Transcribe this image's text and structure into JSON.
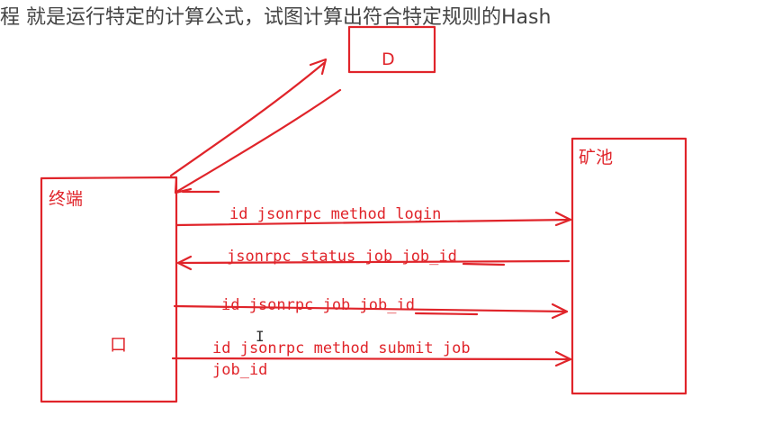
{
  "header": {
    "text": "程 就是运行特定的计算公式，试图计算出符合特定规则的Hash"
  },
  "nodes": {
    "terminal": {
      "label": "终端"
    },
    "pool": {
      "label": "矿池"
    },
    "top_box": {
      "label": "D"
    },
    "inner_mark": {
      "label": "口"
    }
  },
  "messages": [
    {
      "text": "id  jsonrpc  method login",
      "direction": "terminal-to-pool"
    },
    {
      "text": "jsonrpc  status  job  job_id",
      "direction": "pool-to-terminal"
    },
    {
      "text": "id  jsonrpc  job  job_id",
      "direction": "terminal-to-pool"
    },
    {
      "text": "id jsonrpc  method submit  job",
      "text2": "job_id",
      "direction": "terminal-to-pool"
    }
  ],
  "colors": {
    "ink": "#e0242a",
    "header_text": "#444444",
    "background": "#ffffff"
  }
}
